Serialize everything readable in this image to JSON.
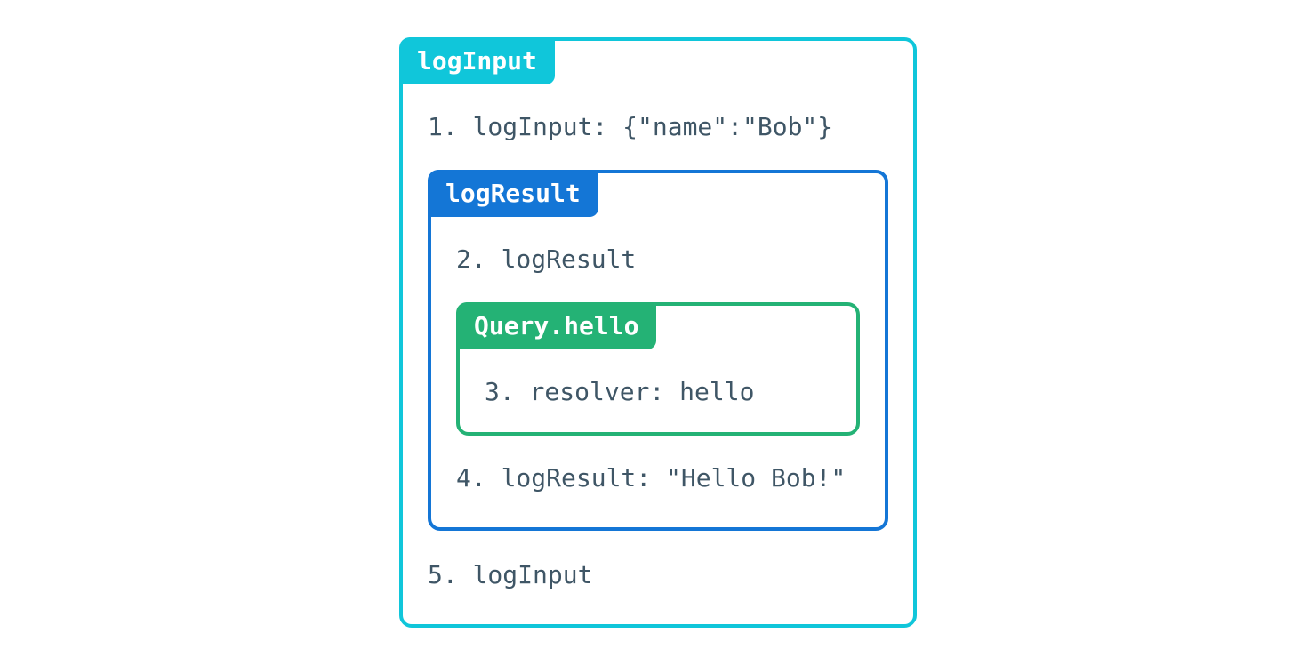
{
  "colors": {
    "cyan": "#10c6da",
    "blue": "#1476d6",
    "green": "#24b275",
    "step_text": "#3f5666",
    "badge_text": "#ffffff",
    "background": "#ffffff"
  },
  "diagram": {
    "outer": {
      "label": "logInput",
      "step_enter": "1. logInput: {\"name\":\"Bob\"}",
      "step_exit": "5. logInput"
    },
    "middle": {
      "label": "logResult",
      "step_enter": "2. logResult",
      "step_exit": "4. logResult: \"Hello Bob!\""
    },
    "inner": {
      "label": "Query.hello",
      "step": "3. resolver: hello"
    }
  }
}
